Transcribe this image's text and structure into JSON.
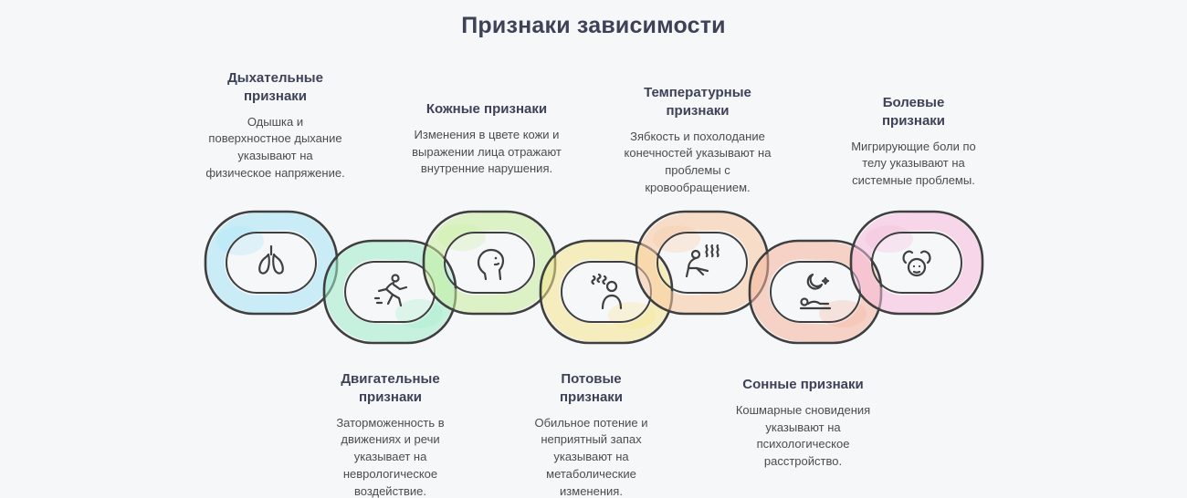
{
  "title": "Признаки зависимости",
  "colors": {
    "background": "#f6f7f9",
    "chain_outline": "#3f3f3f",
    "heading_text": "#3d4257",
    "body_text": "#4c4c4c"
  },
  "items": [
    {
      "id": "respiratory",
      "title": "Дыхательные признаки",
      "description": "Одышка и поверхностное дыхание указывают на физическое напряжение.",
      "color": "#a6e4f5",
      "icon": "lungs-icon",
      "position": "top"
    },
    {
      "id": "motor",
      "title": "Двигательные признаки",
      "description": "Заторможенность в движениях и речи указывает на неврологическое воздействие.",
      "color": "#9fedc8",
      "icon": "running-person-icon",
      "position": "bottom"
    },
    {
      "id": "skin",
      "title": "Кожные признаки",
      "description": "Изменения в цвете кожи и выражении лица отражают внутренние нарушения.",
      "color": "#c6ee9d",
      "icon": "face-profile-icon",
      "position": "top"
    },
    {
      "id": "sweat",
      "title": "Потовые признаки",
      "description": "Обильное потение и неприятный запах указывают на метаболические изменения.",
      "color": "#f4e68c",
      "icon": "sweating-person-icon",
      "position": "bottom"
    },
    {
      "id": "temperature",
      "title": "Температурные признаки",
      "description": "Зябкость и похолодание конечностей указывают на проблемы с кровообращением.",
      "color": "#f7c9a0",
      "icon": "shivering-person-icon",
      "position": "top"
    },
    {
      "id": "sleep",
      "title": "Сонные признаки",
      "description": "Кошмарные сновидения указывают на психологическое расстройство.",
      "color": "#f4b39c",
      "icon": "sleeping-person-icon",
      "position": "bottom"
    },
    {
      "id": "pain",
      "title": "Болевые признаки",
      "description": "Мигрирующие боли по телу указывают на системные проблемы.",
      "color": "#f6bcdb",
      "icon": "pain-person-icon",
      "position": "top"
    }
  ]
}
